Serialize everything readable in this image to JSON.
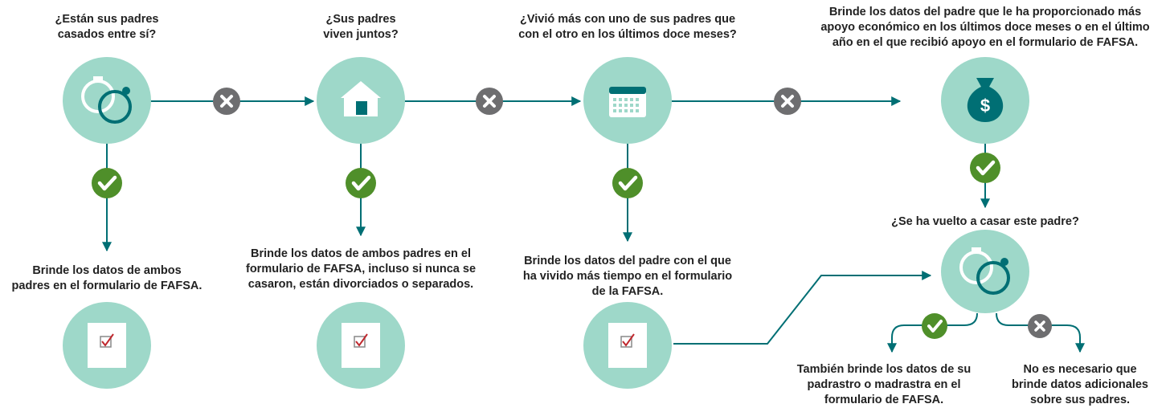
{
  "colors": {
    "teal": "#006f74",
    "bubble": "#9ed8c9",
    "yes": "#4f8f2a",
    "no": "#6e6e70",
    "check_mark": "#c0282e"
  },
  "questions": {
    "q1": "¿Están sus padres\ncasados entre sí?",
    "q2": "¿Sus padres\nviven juntos?",
    "q3": "¿Vivió más con uno de sus padres que\ncon el otro en los últimos doce meses?",
    "q4": "Brinde los datos del padre que le ha proporcionado más\napoyo económico en los últimos doce meses o en el último\naño en el que recibió apoyo en el formulario de FAFSA.",
    "q5": "¿Se ha vuelto a casar este padre?"
  },
  "outcomes": {
    "o1": "Brinde los datos de ambos\npadres en el formulario de FAFSA.",
    "o2": "Brinde los datos de ambos padres en el\nformulario de FAFSA, incluso si nunca se\ncasaron, están divorciados o separados.",
    "o3": "Brinde los datos del padre con el que\nha vivido más tiempo en el formulario\nde la FAFSA.",
    "o4": "También brinde los datos de su\npadrastro o madrastra en el\nformulario de FAFSA.",
    "o5": "No es necesario que\nbrinde datos adicionales\nsobre sus padres."
  },
  "icons": {
    "rings": "rings-icon",
    "house": "house-icon",
    "calendar": "calendar-icon",
    "moneybag": "money-bag-icon",
    "form": "checked-form-icon",
    "yes": "check-circle-icon",
    "no": "x-circle-icon"
  },
  "moneybag_symbol": "$"
}
